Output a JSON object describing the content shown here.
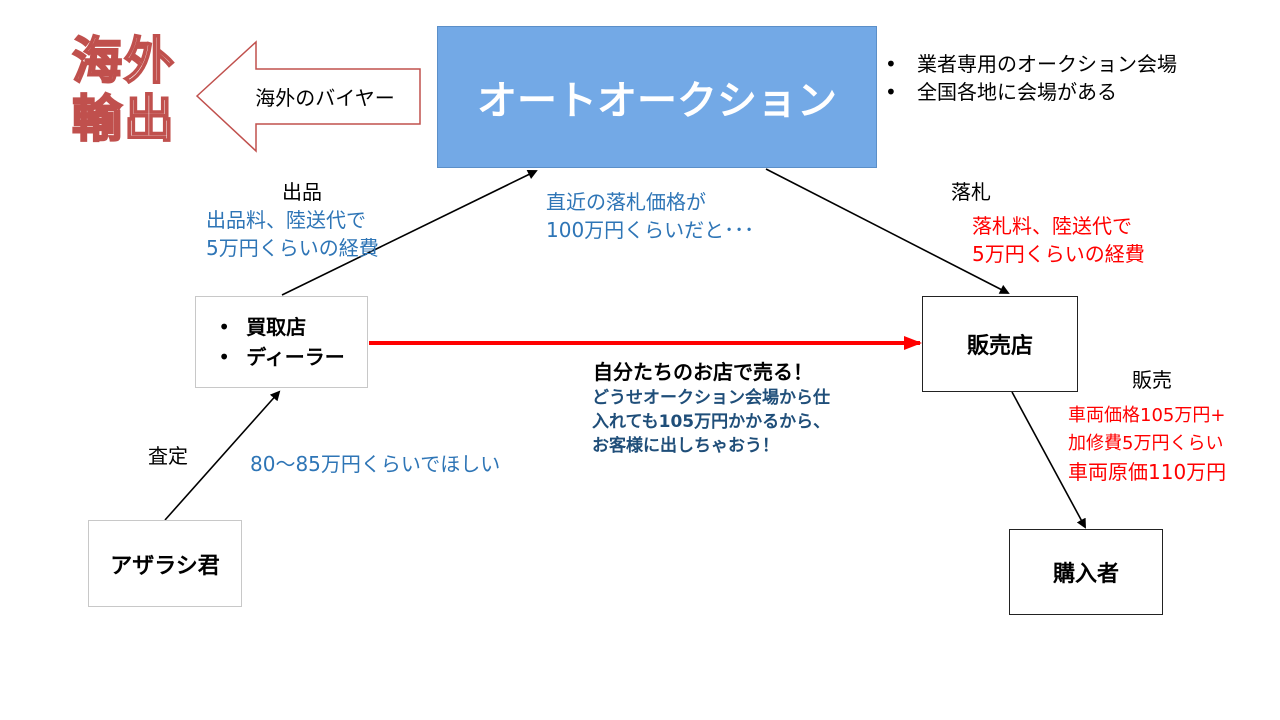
{
  "export": {
    "title_line1": "海外",
    "title_line2": "輸出",
    "arrow_label": "海外のバイヤー"
  },
  "auction": {
    "title": "オートオークション",
    "notes": [
      "業者専用のオークション会場",
      "全国各地に会場がある"
    ]
  },
  "listing": {
    "label": "出品",
    "cost_line1": "出品料、陸送代で",
    "cost_line2": "5万円くらいの経費"
  },
  "bid": {
    "price_line1": "直近の落札価格が",
    "price_line2": "100万円くらいだと･･･"
  },
  "won": {
    "label": "落札",
    "cost_line1": "落札料、陸送代で",
    "cost_line2": "5万円くらいの経費"
  },
  "buyer_shop": {
    "items": [
      "買取店",
      "ディーラー"
    ]
  },
  "sales_shop": {
    "label": "販売店"
  },
  "own_store": {
    "heading": "自分たちのお店で売る！",
    "line1": "どうせオークション会場から仕",
    "line2": "入れても105万円かかるから、",
    "line3": "お客様に出しちゃおう！"
  },
  "selling": {
    "label": "販売",
    "line1": "車両価格105万円+",
    "line2": "加修費5万円くらい",
    "line3": "車両原価110万円"
  },
  "appraisal": {
    "label": "査定",
    "wish": "80～85万円くらいでほしい"
  },
  "seller": {
    "label": "アザラシ君"
  },
  "purchaser": {
    "label": "購入者"
  },
  "colors": {
    "auction_fill": "#73a9e6",
    "export_title": "#c0504d",
    "cost_text": "#2e75b6",
    "highlight": "#ff0000",
    "store_text": "#1f4e79"
  }
}
